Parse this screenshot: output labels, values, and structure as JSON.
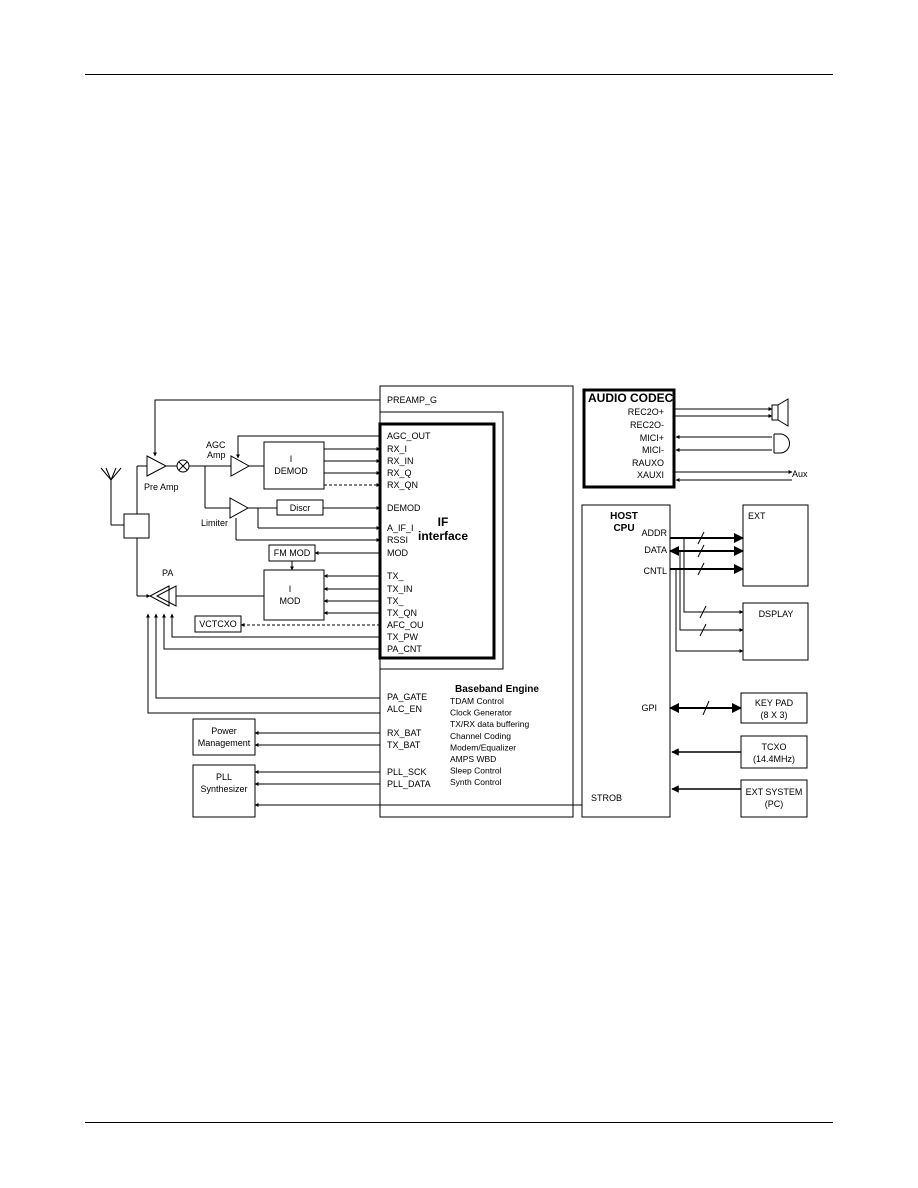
{
  "rf": {
    "pre_amp": "Pre Amp",
    "agc_amp": [
      "AGC",
      "Amp"
    ],
    "limiter": "Limiter",
    "pa": "PA",
    "i_demod": [
      "I",
      "DEMOD"
    ],
    "discr": "Discr",
    "fm_mod": "FM MOD",
    "i_mod": [
      "I",
      "MOD"
    ],
    "vctcxo": "VCTCXO",
    "power_mgmt": [
      "Power",
      "Management"
    ],
    "pll": [
      "PLL",
      "Synthesizer"
    ]
  },
  "if_interface": {
    "title": [
      "IF",
      "interface"
    ],
    "preamp_g": "PREAMP_G",
    "pins": [
      "AGC_OUT",
      "RX_I",
      "RX_IN",
      "RX_Q",
      "RX_QN",
      "DEMOD",
      "A_IF_I",
      "RSSI",
      "MOD",
      "TX_",
      "TX_IN",
      "TX_",
      "TX_QN",
      "AFC_OU",
      "TX_PW",
      "PA_CNT"
    ]
  },
  "baseband": {
    "title": "Baseband Engine",
    "functions": [
      "TDAM Control",
      "Clock Generator",
      "TX/RX data buffering",
      "Channel Coding",
      "Modem/Equalizer",
      "AMPS WBD",
      "Sleep Control",
      "Synth Control"
    ],
    "pins": [
      "PA_GATE",
      "ALC_EN",
      "RX_BAT",
      "TX_BAT",
      "PLL_SCK",
      "PLL_DATA"
    ]
  },
  "audio_codec": {
    "title": "AUDIO CODEC",
    "pins": [
      "REC2O+",
      "REC2O-",
      "MICI+",
      "MICI-",
      "RAUXO",
      "XAUXI"
    ],
    "aux": "Aux"
  },
  "host_cpu": {
    "title": [
      "HOST",
      "CPU"
    ],
    "pins": [
      "ADDR",
      "DATA",
      "CNTL",
      "GPI",
      "STROB"
    ]
  },
  "peripherals": {
    "ext": "EXT",
    "display": "DSPLAY",
    "keypad": [
      "KEY PAD",
      "(8 X 3)"
    ],
    "tcxo": [
      "TCXO",
      "(14.4MHz)"
    ],
    "ext_system": [
      "EXT SYSTEM",
      "(PC)"
    ]
  }
}
